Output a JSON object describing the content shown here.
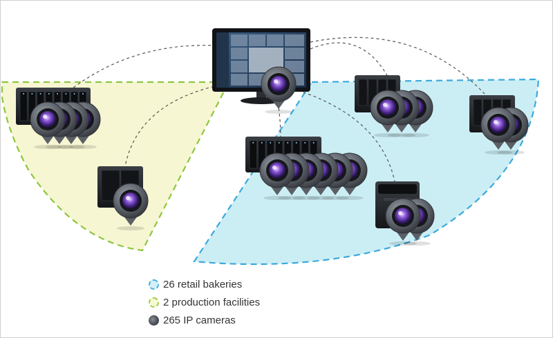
{
  "colors": {
    "retail_zone_fill": "#cbeef4",
    "retail_zone_border": "#3aa9dd",
    "production_zone_fill": "#f6f6d2",
    "production_zone_border": "#8ec63f",
    "connection_line": "#555555",
    "camera_lens": "#6a3fb0",
    "camera_body": "#5b5f66",
    "device_body": "#1f2226"
  },
  "icons": {
    "monitor": "monitor-icon",
    "nas": "nas-device-icon",
    "camera": "ip-camera-icon"
  },
  "legend": [
    {
      "label": "26 retail bakeries",
      "marker": "retail"
    },
    {
      "label": "2 production facilities",
      "marker": "production"
    },
    {
      "label": "265 IP cameras",
      "marker": "camera"
    }
  ]
}
